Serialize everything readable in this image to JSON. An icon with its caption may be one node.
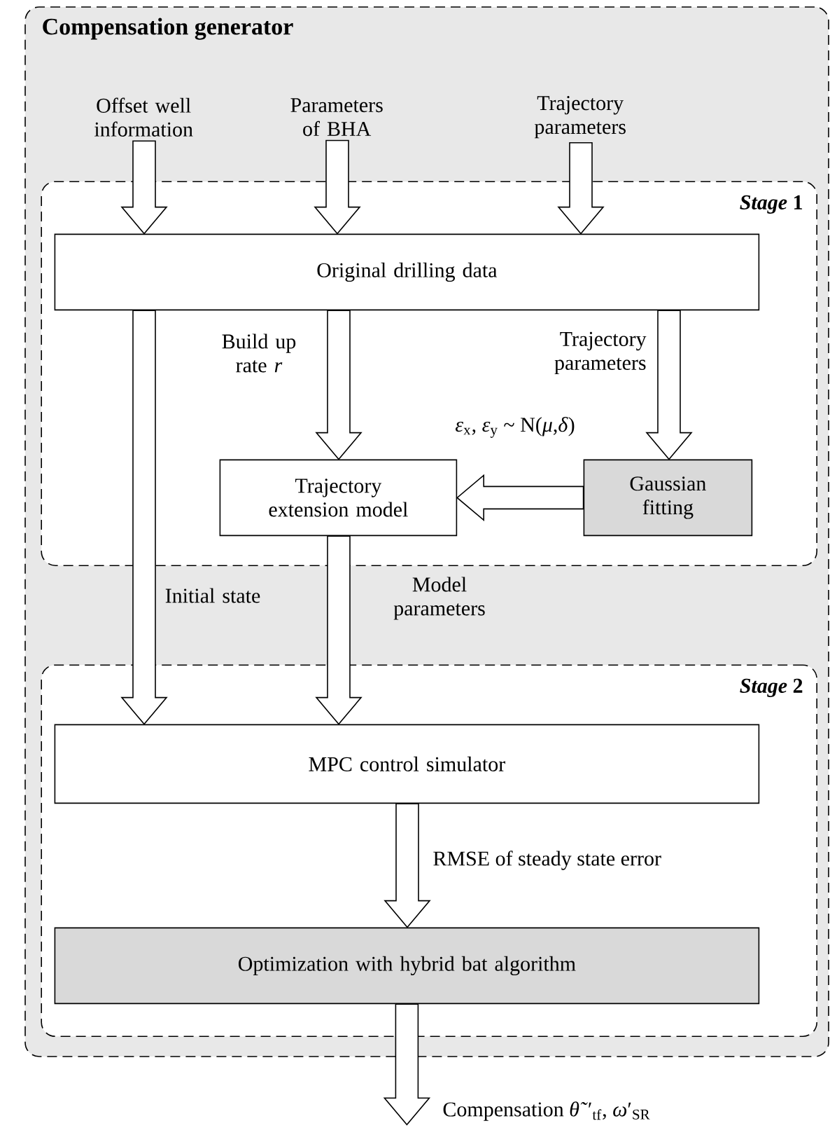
{
  "diagram": {
    "nodes": [
      {
        "text": [
          "Compensation generator"
        ]
      },
      {
        "text": [
          "*Stage* 1"
        ],
        "in": 0
      },
      {
        "text": [
          "*Stage* 2"
        ],
        "in": 0
      },
      {
        "text": [
          "Offset well information"
        ],
        "in": 0
      },
      {
        "text": [
          "Parameters of BHA"
        ],
        "in": 0
      },
      {
        "text": [
          "Trajectory parameters"
        ],
        "in": 0
      },
      {
        "text": [
          "Original drilling data"
        ],
        "in": 1
      },
      {
        "text": [
          "Trajectory extension model"
        ],
        "in": 1
      },
      {
        "text": [
          "Gaussian fitting"
        ],
        "in": 1
      },
      {
        "text": [
          "MPC control simulator"
        ],
        "in": 2
      },
      {
        "text": [
          "Optimization with hybrid bat algorithm"
        ],
        "in": 2
      }
    ],
    "edges": [
      {
        "from": 3,
        "to": 6,
        "arrow": "to"
      },
      {
        "from": 4,
        "to": 6,
        "arrow": "to"
      },
      {
        "from": 5,
        "to": 6,
        "arrow": "to"
      },
      {
        "from": 6,
        "to": 7,
        "arrow": "to",
        "label": "Build up rate *r*"
      },
      {
        "from": 6,
        "to": 8,
        "arrow": "to",
        "label": "Trajectory parameters"
      },
      {
        "from": 8,
        "to": 7,
        "arrow": "to",
        "label": "*ε*$_{x}$, *ε*$_{y}$ ~ N(*μ*,*δ*)"
      },
      {
        "from": 6,
        "to": 9,
        "arrow": "to",
        "label": "Initial state"
      },
      {
        "from": 7,
        "to": 9,
        "arrow": "to",
        "label": "Model parameters"
      },
      {
        "from": 9,
        "to": 10,
        "arrow": "to",
        "label": "RMSE of steady state error"
      },
      {
        "from": 10,
        "to": null,
        "arrow": "to",
        "label": "Compensation *θ̃*′$_{tf}$, *ω*′$_{SR}$"
      }
    ]
  }
}
